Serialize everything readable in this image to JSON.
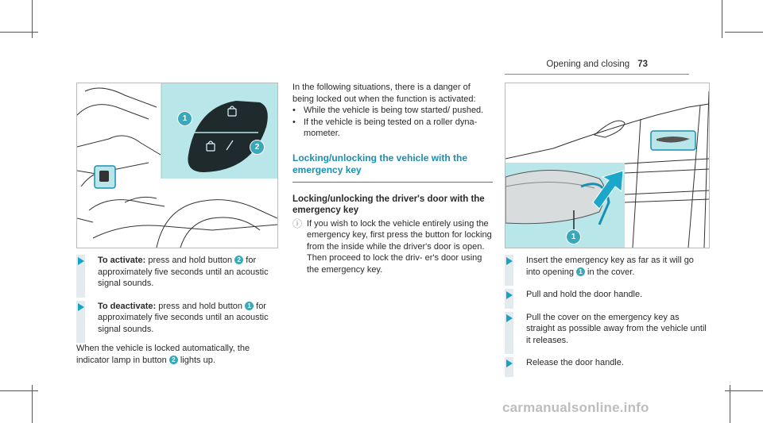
{
  "header": {
    "section": "Opening and closing",
    "page": "73"
  },
  "left_col": {
    "steps": [
      {
        "label": "To activate:",
        "text_a": " press and hold button ",
        "badge": "2",
        "text_b": " for approximately five seconds until an acoustic signal sounds."
      },
      {
        "label": "To deactivate:",
        "text_a": " press and hold button ",
        "badge": "1",
        "text_b": " for approximately five seconds until an acoustic signal sounds."
      }
    ],
    "para_a": "When the vehicle is locked automatically, the indicator lamp in button ",
    "para_badge": "2",
    "para_b": " lights up."
  },
  "figure1": {
    "callout1": "1",
    "callout2": "2"
  },
  "mid_col": {
    "intro": "In the following situations, there is a danger of being locked out when the function is activated:",
    "bullets": [
      "While the vehicle is being tow started/ pushed.",
      "If the vehicle is being tested on a roller dyna- mometer."
    ],
    "section_heading": "Locking/unlocking the vehicle with the emergency key",
    "sub_heading": "Locking/unlocking the driver's door with the emergency key",
    "note": "If you wish to lock the vehicle entirely using the emergency key, first press the button for locking from the inside while the driver's door is open. Then proceed to lock the driv- er's door using the emergency key."
  },
  "figure2": {
    "callout1": "1"
  },
  "right_col": {
    "step1_a": "Insert the emergency key as far as it will go into opening ",
    "step1_badge": "1",
    "step1_b": " in the cover.",
    "step2": "Pull and hold the door handle.",
    "step3": "Pull the cover on the emergency key as straight as possible away from the vehicle until it releases.",
    "step4": "Release the door handle."
  },
  "watermark": "carmanualsonline.info",
  "colors": {
    "accent": "#1a8fb1",
    "highlight": "#b9e6e8",
    "callout": "#3aa8b8"
  }
}
